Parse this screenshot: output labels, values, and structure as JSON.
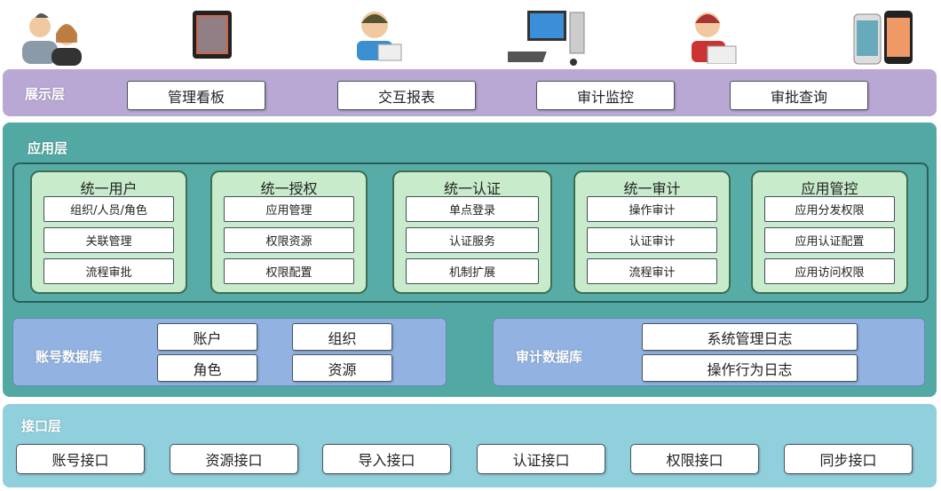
{
  "presentation": {
    "label": "展示层",
    "items": [
      "管理看板",
      "交互报表",
      "审计监控",
      "审批查询"
    ]
  },
  "application": {
    "label": "应用层",
    "cards": [
      {
        "title": "统一用户",
        "items": [
          "组织/人员/角色",
          "关联管理",
          "流程审批"
        ]
      },
      {
        "title": "统一授权",
        "items": [
          "应用管理",
          "权限资源",
          "权限配置"
        ]
      },
      {
        "title": "统一认证",
        "items": [
          "单点登录",
          "认证服务",
          "机制扩展"
        ]
      },
      {
        "title": "统一审计",
        "items": [
          "操作审计",
          "认证审计",
          "流程审计"
        ]
      },
      {
        "title": "应用管控",
        "items": [
          "应用分发权限",
          "应用认证配置",
          "应用访问权限"
        ]
      }
    ]
  },
  "account_db": {
    "label": "账号数据库",
    "items": [
      "账户",
      "组织",
      "角色",
      "资源"
    ]
  },
  "audit_db": {
    "label": "审计数据库",
    "items": [
      "系统管理日志",
      "操作行为日志"
    ]
  },
  "interface": {
    "label": "接口层",
    "items": [
      "账号接口",
      "资源接口",
      "导入接口",
      "认证接口",
      "权限接口",
      "同步接口"
    ]
  },
  "colors": {
    "presentation": "#b9a8d4",
    "application": "#52a9a4",
    "card": "#c8eccb",
    "db": "#92b3e2",
    "interface": "#90cfdc"
  }
}
